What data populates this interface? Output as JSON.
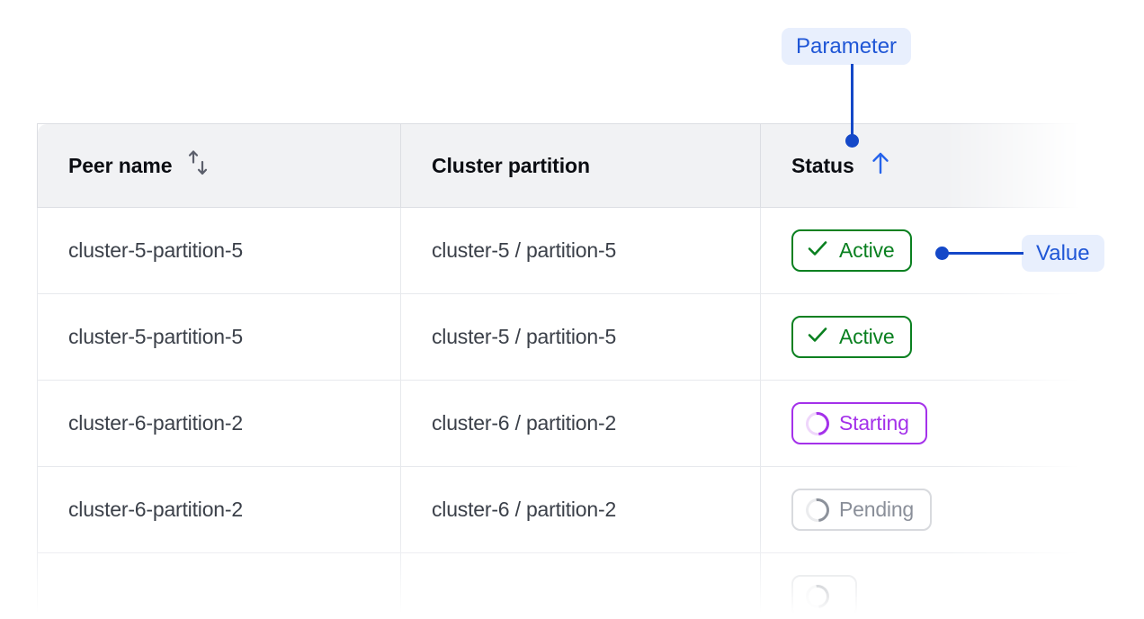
{
  "table": {
    "columns": [
      {
        "label": "Peer name",
        "sort_icon": "sort-both-icon",
        "sort_state": "none"
      },
      {
        "label": "Cluster partition",
        "sort_icon": null,
        "sort_state": "none"
      },
      {
        "label": "Status",
        "sort_icon": "arrow-up-icon",
        "sort_state": "ascending"
      }
    ],
    "rows": [
      {
        "peer_name": "cluster-5-partition-5",
        "cluster_partition": "cluster-5 / partition-5",
        "status": {
          "label": "Active",
          "icon": "check-icon",
          "variant": "active"
        },
        "muted": false
      },
      {
        "peer_name": "cluster-5-partition-5",
        "cluster_partition": "cluster-5 / partition-5",
        "status": {
          "label": "Active",
          "icon": "check-icon",
          "variant": "active"
        },
        "muted": false
      },
      {
        "peer_name": "cluster-6-partition-2",
        "cluster_partition": "cluster-6 / partition-2",
        "status": {
          "label": "Starting",
          "icon": "spinner-icon",
          "variant": "starting"
        },
        "muted": false
      },
      {
        "peer_name": "cluster-6-partition-2",
        "cluster_partition": "cluster-6 / partition-2",
        "status": {
          "label": "Pending",
          "icon": "spinner-icon",
          "variant": "pending"
        },
        "muted": true
      },
      {
        "peer_name": "",
        "cluster_partition": "",
        "status": {
          "label": "",
          "icon": "spinner-icon",
          "variant": "pending"
        },
        "muted": true
      }
    ]
  },
  "annotations": {
    "parameter": {
      "label": "Parameter",
      "target": "status-column-header"
    },
    "value": {
      "label": "Value",
      "target": "status-badge-row-1"
    }
  },
  "colors": {
    "annotation_text": "#1f56d6",
    "annotation_bg": "#e8effd",
    "annotation_line": "#1448c8",
    "status_active": "#0a8020",
    "status_starting": "#a431ea",
    "status_pending": "#8a8f99",
    "header_bg": "#f1f2f4",
    "header_text": "#0b0d12",
    "cell_text": "#3b4049",
    "cell_text_muted": "#b6bac2",
    "border": "#e7e9ed",
    "sort_icon": "#5b5f6b",
    "sort_icon_active": "#2563eb"
  }
}
